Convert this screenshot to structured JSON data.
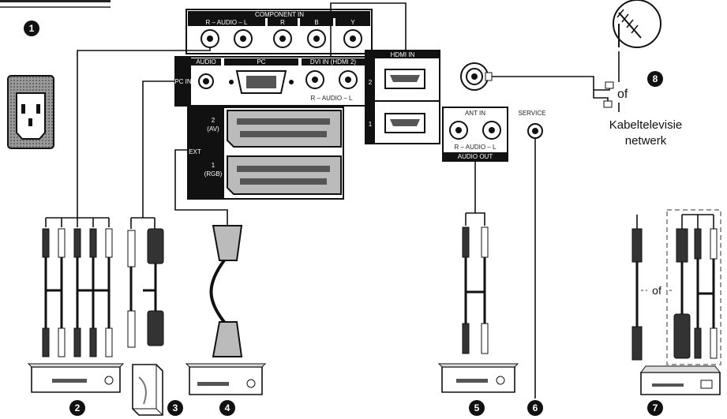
{
  "header": {
    "title": ""
  },
  "panel": {
    "component_in": "COMPONENT IN",
    "audio_lr_1": "R – AUDIO – L",
    "comp_pr": "R",
    "comp_pb": "B",
    "comp_y": "Y",
    "audio": "AUDIO",
    "pc": "PC",
    "pc_in": "PC IN",
    "dvi_in": "DVI IN (HDMI 2)",
    "audio_lr_2": "R – AUDIO – L",
    "hdmi_in": "HDMI IN",
    "hdmi_2": "2",
    "hdmi_1": "1",
    "ext": "EXT",
    "scart_2": "2",
    "scart_2_sub": "(AV)",
    "scart_1": "1",
    "scart_1_sub": "(RGB)",
    "ant_in": "ANT IN",
    "audio_lr_3": "R – AUDIO – L",
    "audio_out": "AUDIO OUT",
    "service": "SERVICE"
  },
  "labels": {
    "of_antenna": "of",
    "cable_network_line1": "Kabeltelevisie",
    "cable_network_line2": "netwerk",
    "of_device7": "of"
  },
  "callouts": [
    "1",
    "2",
    "3",
    "4",
    "5",
    "6",
    "7",
    "8"
  ]
}
